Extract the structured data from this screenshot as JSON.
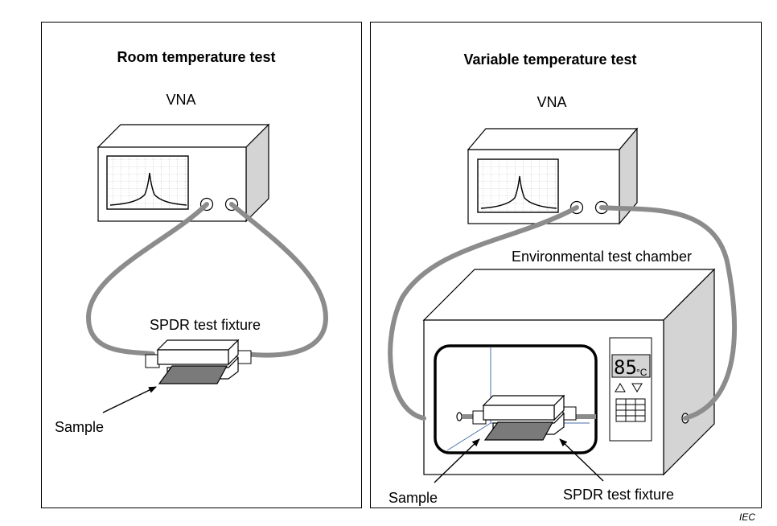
{
  "left_panel": {
    "title": "Room temperature test",
    "vna_label": "VNA",
    "fixture_label": "SPDR test fixture",
    "sample_label": "Sample"
  },
  "right_panel": {
    "title": "Variable temperature test",
    "vna_label": "VNA",
    "chamber_label": "Environmental test chamber",
    "display_value": "85",
    "display_unit": "°C",
    "sample_label": "Sample",
    "fixture_label": "SPDR test fixture"
  },
  "footer": {
    "iec_mark": "IEC"
  },
  "colors": {
    "cable": "#8c8c8c",
    "instrument_side": "#d4d4d4",
    "screen_grid": "#9a9a9a",
    "sample": "#7a7a7a",
    "chamber_grid": "#4a6fa5"
  }
}
